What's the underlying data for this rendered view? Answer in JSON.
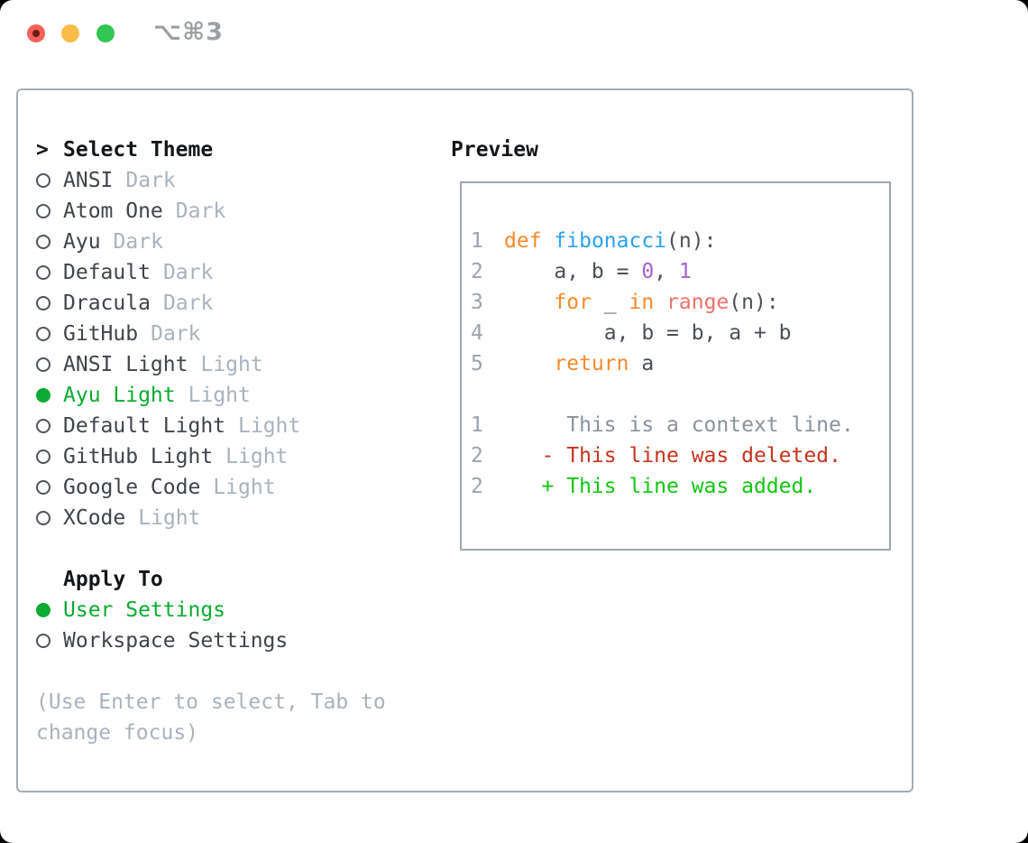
{
  "window": {
    "shortcut": "⌥⌘3",
    "traffic_lights": [
      "close",
      "minimize",
      "zoom"
    ]
  },
  "colors": {
    "selected": "#0cab32",
    "muted": "#a9b3bd",
    "border": "#a4adb6",
    "border2": "#9ea7b0",
    "lineno": "#9aa4b0",
    "keyword": "#f98a2c",
    "function": "#2ba1f1",
    "number": "#a562cf",
    "builtin": "#f4706b",
    "fg": "#4b5057",
    "context": "#8b939b",
    "deleted": "#c7331d",
    "added": "#12c712",
    "light_red": "#f2605a",
    "light_red_dot": "#6e1b14",
    "light_yellow": "#f9bc49",
    "light_green": "#32c653"
  },
  "theme_panel": {
    "title_marker": ">",
    "title": "Select Theme",
    "items": [
      {
        "name": "ANSI",
        "variant": "Dark",
        "selected": false
      },
      {
        "name": "Atom One",
        "variant": "Dark",
        "selected": false
      },
      {
        "name": "Ayu",
        "variant": "Dark",
        "selected": false
      },
      {
        "name": "Default",
        "variant": "Dark",
        "selected": false
      },
      {
        "name": "Dracula",
        "variant": "Dark",
        "selected": false
      },
      {
        "name": "GitHub",
        "variant": "Dark",
        "selected": false
      },
      {
        "name": "ANSI Light",
        "variant": "Light",
        "selected": false
      },
      {
        "name": "Ayu Light",
        "variant": "Light",
        "selected": true
      },
      {
        "name": "Default Light",
        "variant": "Light",
        "selected": false
      },
      {
        "name": "GitHub Light",
        "variant": "Light",
        "selected": false
      },
      {
        "name": "Google Code",
        "variant": "Light",
        "selected": false
      },
      {
        "name": "XCode",
        "variant": "Light",
        "selected": false
      }
    ]
  },
  "apply_panel": {
    "title": "Apply To",
    "items": [
      {
        "name": "User Settings",
        "selected": true
      },
      {
        "name": "Workspace Settings",
        "selected": false
      }
    ]
  },
  "hint": "(Use Enter to select, Tab to change focus)",
  "preview": {
    "title": "Preview",
    "lines": [
      {
        "num": "1",
        "tokens": [
          [
            "def",
            "keyword"
          ],
          [
            " ",
            "fg"
          ],
          [
            "fibonacci",
            "function"
          ],
          [
            "(n):",
            "fg"
          ]
        ]
      },
      {
        "num": "2",
        "tokens": [
          [
            "    a, b = ",
            "fg"
          ],
          [
            "0",
            "number"
          ],
          [
            ", ",
            "fg"
          ],
          [
            "1",
            "number"
          ]
        ]
      },
      {
        "num": "3",
        "tokens": [
          [
            "    ",
            "fg"
          ],
          [
            "for",
            "keyword"
          ],
          [
            " _ ",
            "fg"
          ],
          [
            "in",
            "keyword"
          ],
          [
            " ",
            "fg"
          ],
          [
            "range",
            "builtin"
          ],
          [
            "(n):",
            "fg"
          ]
        ]
      },
      {
        "num": "4",
        "tokens": [
          [
            "        a, b = b, a + b",
            "fg"
          ]
        ]
      },
      {
        "num": "5",
        "tokens": [
          [
            "    ",
            "fg"
          ],
          [
            "return",
            "keyword"
          ],
          [
            " a",
            "fg"
          ]
        ]
      },
      {
        "num": "",
        "tokens": []
      },
      {
        "num": "1",
        "tokens": [
          [
            "     This is a context line.",
            "context"
          ]
        ]
      },
      {
        "num": "2",
        "tokens": [
          [
            "   - This line was deleted.",
            "deleted"
          ]
        ]
      },
      {
        "num": "2",
        "tokens": [
          [
            "   + This line was added.",
            "added"
          ]
        ]
      }
    ]
  }
}
